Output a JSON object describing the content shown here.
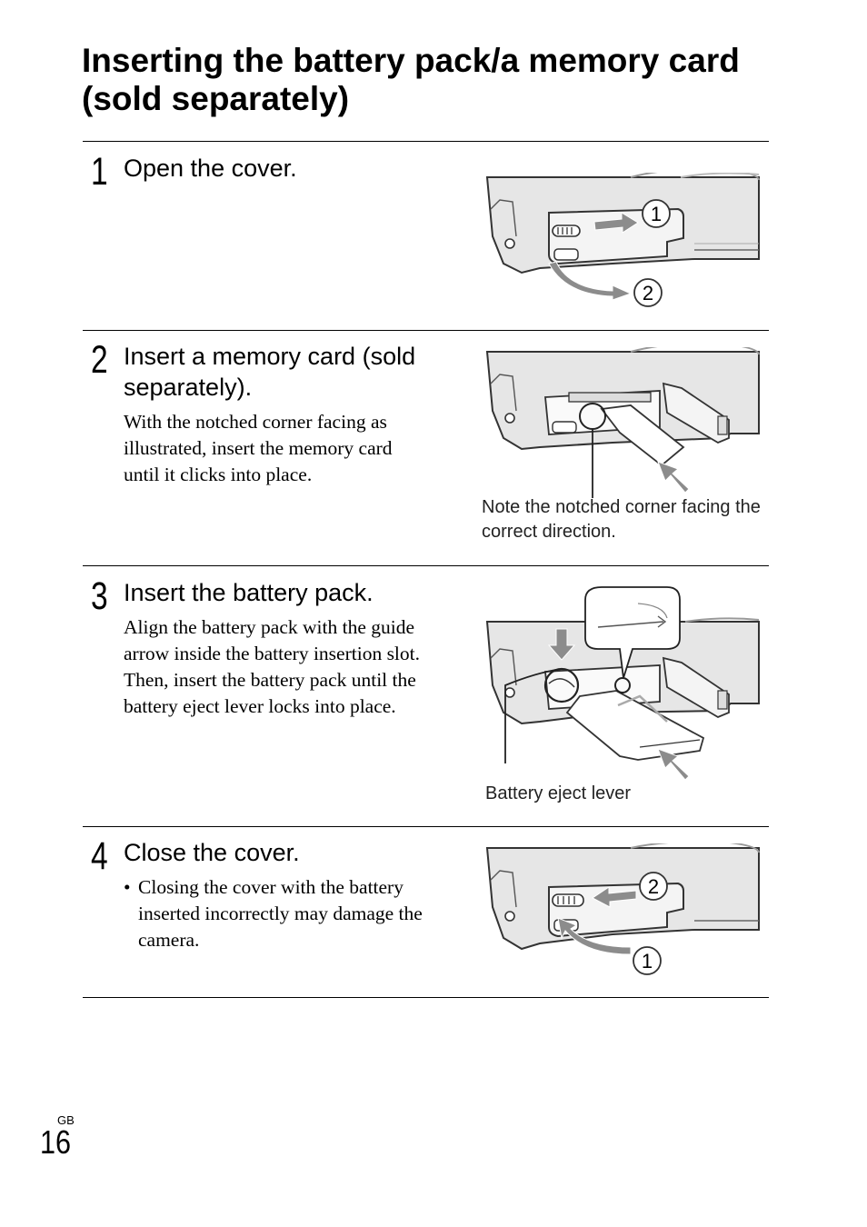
{
  "title": "Inserting the battery pack/a memory card (sold separately)",
  "steps": [
    {
      "number": "1",
      "heading": "Open the cover.",
      "callouts": [
        "1",
        "2"
      ]
    },
    {
      "number": "2",
      "heading": "Insert a memory card (sold separately).",
      "body": "With the notched corner facing as illustrated, insert the memory card until it clicks into place.",
      "caption": "Note the notched corner facing the correct direction."
    },
    {
      "number": "3",
      "heading": "Insert the battery pack.",
      "body": "Align the battery pack with the guide arrow inside the battery insertion slot. Then, insert the battery pack until the battery eject lever locks into place.",
      "caption": "Battery eject lever"
    },
    {
      "number": "4",
      "heading": "Close the cover.",
      "bullets": [
        "Closing the cover with the battery inserted incorrectly may damage the camera."
      ],
      "callouts": [
        "2",
        "1"
      ]
    }
  ],
  "footer": {
    "region": "GB",
    "page_number": "16"
  },
  "colors": {
    "camera_body": "#e6e6e6",
    "camera_outline": "#333333",
    "arrow_gray": "#8c8c8c"
  }
}
